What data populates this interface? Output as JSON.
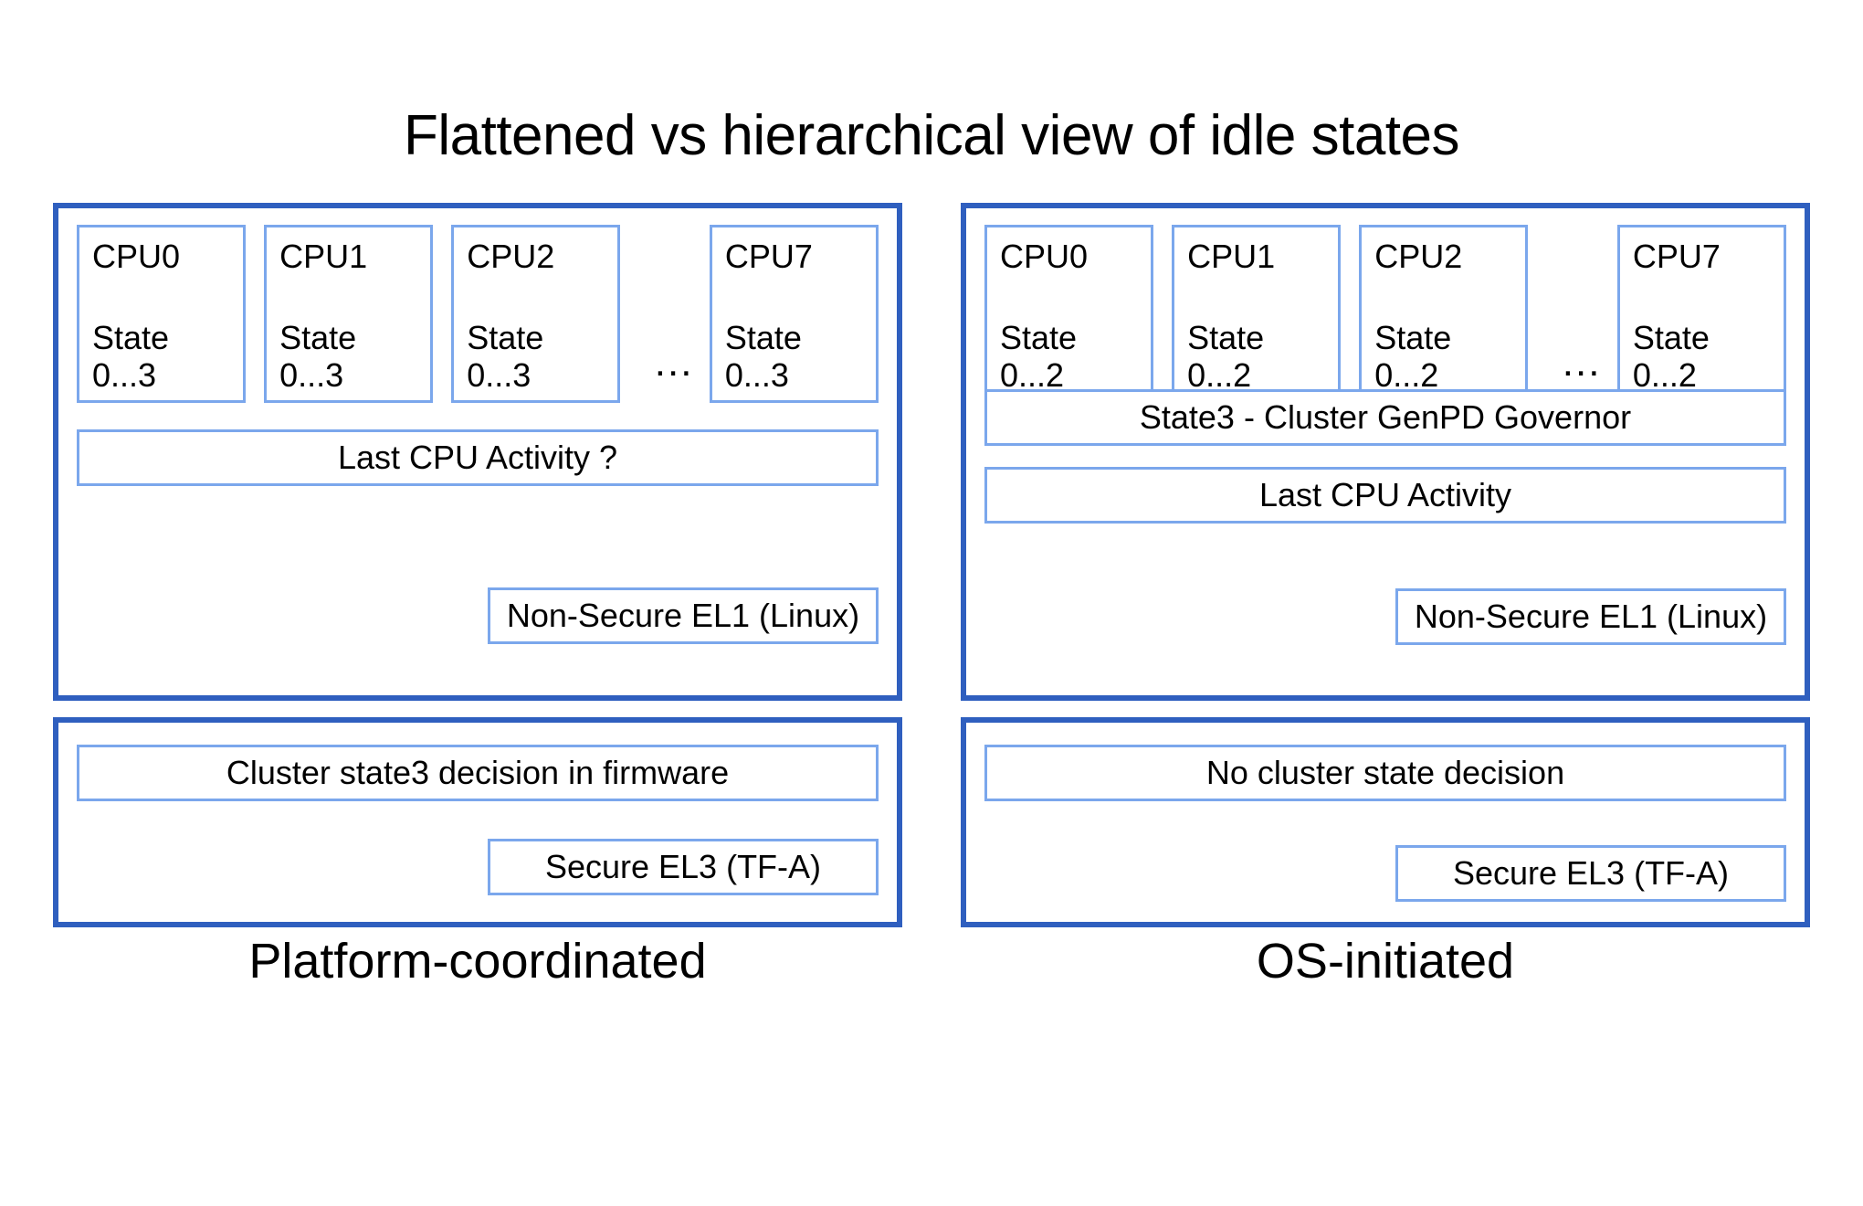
{
  "title": "Flattened vs hierarchical view of idle states",
  "colors": {
    "panel_border": "#2f5fbf",
    "inner_border": "#7ba7ec",
    "background": "#ffffff",
    "text": "#000000"
  },
  "columns": [
    {
      "caption": "Platform-coordinated",
      "os_panel": {
        "cpus": [
          {
            "name": "CPU0",
            "state_label": "State",
            "state_range": "0...3"
          },
          {
            "name": "CPU1",
            "state_label": "State",
            "state_range": "0...3"
          },
          {
            "name": "CPU2",
            "state_label": "State",
            "state_range": "0...3"
          },
          {
            "name": "CPU7",
            "state_label": "State",
            "state_range": "0...3"
          }
        ],
        "cpu_ellipsis": "...",
        "bars": [
          "Last CPU Activity ?"
        ],
        "exception_level": "Non-Secure EL1 (Linux)"
      },
      "fw_panel": {
        "decision": "Cluster state3 decision in firmware",
        "exception_level": "Secure EL3 (TF-A)"
      }
    },
    {
      "caption": "OS-initiated",
      "os_panel": {
        "cpus": [
          {
            "name": "CPU0",
            "state_label": "State",
            "state_range": "0...2"
          },
          {
            "name": "CPU1",
            "state_label": "State",
            "state_range": "0...2"
          },
          {
            "name": "CPU2",
            "state_label": "State",
            "state_range": "0...2"
          },
          {
            "name": "CPU7",
            "state_label": "State",
            "state_range": "0...2"
          }
        ],
        "cpu_ellipsis": "...",
        "bars": [
          "State3 - Cluster GenPD Governor",
          "Last CPU Activity"
        ],
        "exception_level": "Non-Secure EL1 (Linux)"
      },
      "fw_panel": {
        "decision": "No cluster state decision",
        "exception_level": "Secure EL3 (TF-A)"
      }
    }
  ]
}
